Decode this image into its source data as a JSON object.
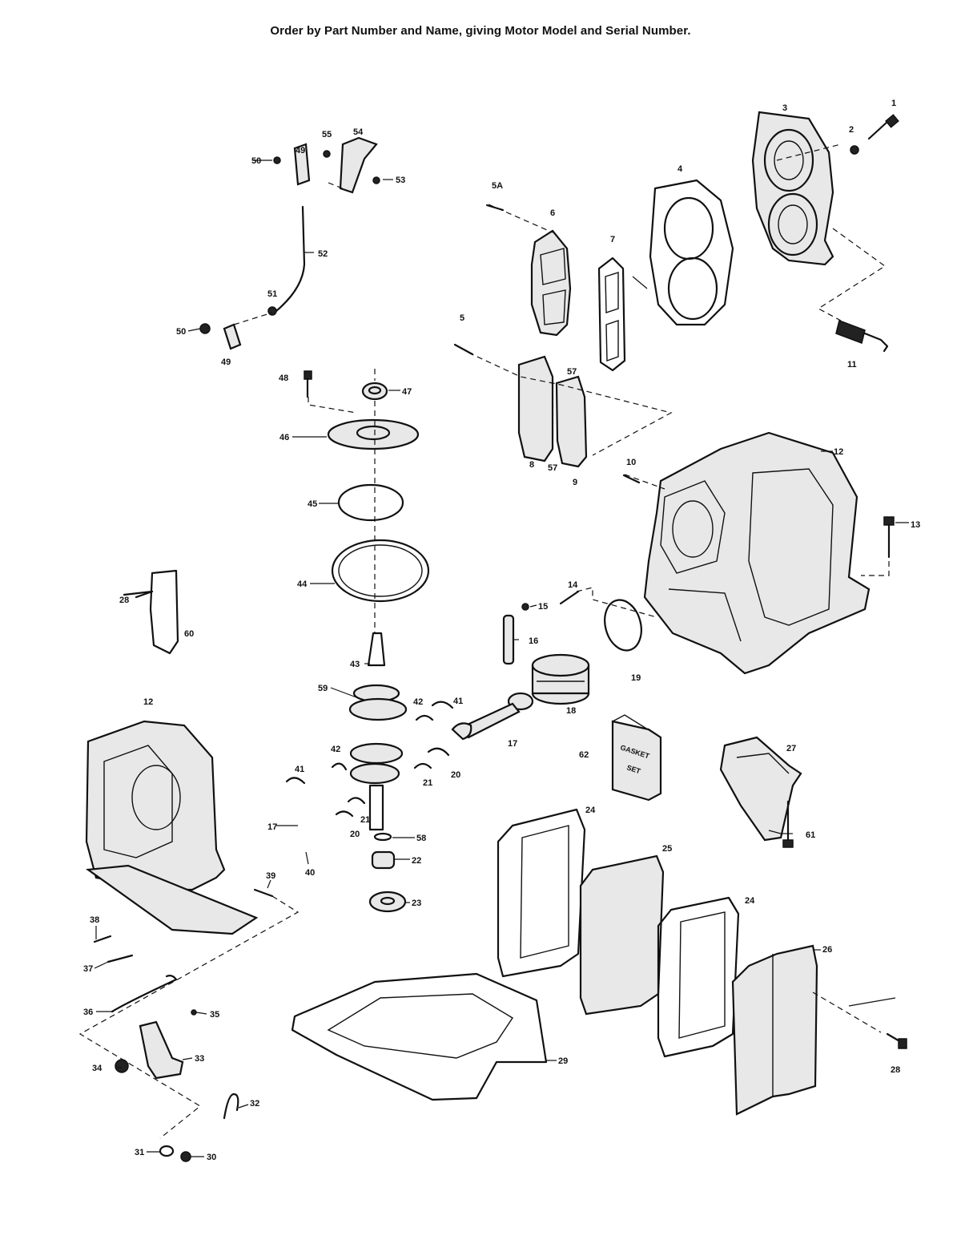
{
  "header": {
    "text": "Order by Part Number and Name, giving Motor Model and Serial Number."
  },
  "gasket_box": {
    "line1": "GASKET",
    "line2": "SET"
  },
  "callouts": [
    {
      "id": "c-1",
      "text": "1"
    },
    {
      "id": "c-2",
      "text": "2"
    },
    {
      "id": "c-3",
      "text": "3"
    },
    {
      "id": "c-4",
      "text": "4"
    },
    {
      "id": "c-5A",
      "text": "5A"
    },
    {
      "id": "c-5",
      "text": "5"
    },
    {
      "id": "c-6",
      "text": "6"
    },
    {
      "id": "c-7",
      "text": "7"
    },
    {
      "id": "c-8",
      "text": "8"
    },
    {
      "id": "c-9",
      "text": "9"
    },
    {
      "id": "c-10",
      "text": "10"
    },
    {
      "id": "c-11",
      "text": "11"
    },
    {
      "id": "c-12a",
      "text": "12"
    },
    {
      "id": "c-12b",
      "text": "12"
    },
    {
      "id": "c-13",
      "text": "13"
    },
    {
      "id": "c-14",
      "text": "14"
    },
    {
      "id": "c-15",
      "text": "15"
    },
    {
      "id": "c-16",
      "text": "16"
    },
    {
      "id": "c-17a",
      "text": "17"
    },
    {
      "id": "c-17b",
      "text": "17"
    },
    {
      "id": "c-18",
      "text": "18"
    },
    {
      "id": "c-19",
      "text": "19"
    },
    {
      "id": "c-20a",
      "text": "20"
    },
    {
      "id": "c-20b",
      "text": "20"
    },
    {
      "id": "c-21a",
      "text": "21"
    },
    {
      "id": "c-21b",
      "text": "21"
    },
    {
      "id": "c-22",
      "text": "22"
    },
    {
      "id": "c-23",
      "text": "23"
    },
    {
      "id": "c-24a",
      "text": "24"
    },
    {
      "id": "c-24b",
      "text": "24"
    },
    {
      "id": "c-25",
      "text": "25"
    },
    {
      "id": "c-26",
      "text": "26"
    },
    {
      "id": "c-27",
      "text": "27"
    },
    {
      "id": "c-28a",
      "text": "28"
    },
    {
      "id": "c-28b",
      "text": "28"
    },
    {
      "id": "c-29",
      "text": "29"
    },
    {
      "id": "c-30",
      "text": "30"
    },
    {
      "id": "c-31",
      "text": "31"
    },
    {
      "id": "c-32",
      "text": "32"
    },
    {
      "id": "c-33",
      "text": "33"
    },
    {
      "id": "c-34",
      "text": "34"
    },
    {
      "id": "c-35",
      "text": "35"
    },
    {
      "id": "c-36",
      "text": "36"
    },
    {
      "id": "c-37",
      "text": "37"
    },
    {
      "id": "c-38",
      "text": "38"
    },
    {
      "id": "c-39",
      "text": "39"
    },
    {
      "id": "c-40",
      "text": "40"
    },
    {
      "id": "c-41a",
      "text": "41"
    },
    {
      "id": "c-41b",
      "text": "41"
    },
    {
      "id": "c-42a",
      "text": "42"
    },
    {
      "id": "c-42b",
      "text": "42"
    },
    {
      "id": "c-43",
      "text": "43"
    },
    {
      "id": "c-44",
      "text": "44"
    },
    {
      "id": "c-45",
      "text": "45"
    },
    {
      "id": "c-46",
      "text": "46"
    },
    {
      "id": "c-47",
      "text": "47"
    },
    {
      "id": "c-48",
      "text": "48"
    },
    {
      "id": "c-49a",
      "text": "49"
    },
    {
      "id": "c-49b",
      "text": "49"
    },
    {
      "id": "c-50a",
      "text": "50"
    },
    {
      "id": "c-50b",
      "text": "50"
    },
    {
      "id": "c-51",
      "text": "51"
    },
    {
      "id": "c-52",
      "text": "52"
    },
    {
      "id": "c-53",
      "text": "53"
    },
    {
      "id": "c-54",
      "text": "54"
    },
    {
      "id": "c-55",
      "text": "55"
    },
    {
      "id": "c-57a",
      "text": "57"
    },
    {
      "id": "c-57b",
      "text": "57"
    },
    {
      "id": "c-58",
      "text": "58"
    },
    {
      "id": "c-59",
      "text": "59"
    },
    {
      "id": "c-60",
      "text": "60"
    },
    {
      "id": "c-61",
      "text": "61"
    },
    {
      "id": "c-62",
      "text": "62"
    }
  ]
}
